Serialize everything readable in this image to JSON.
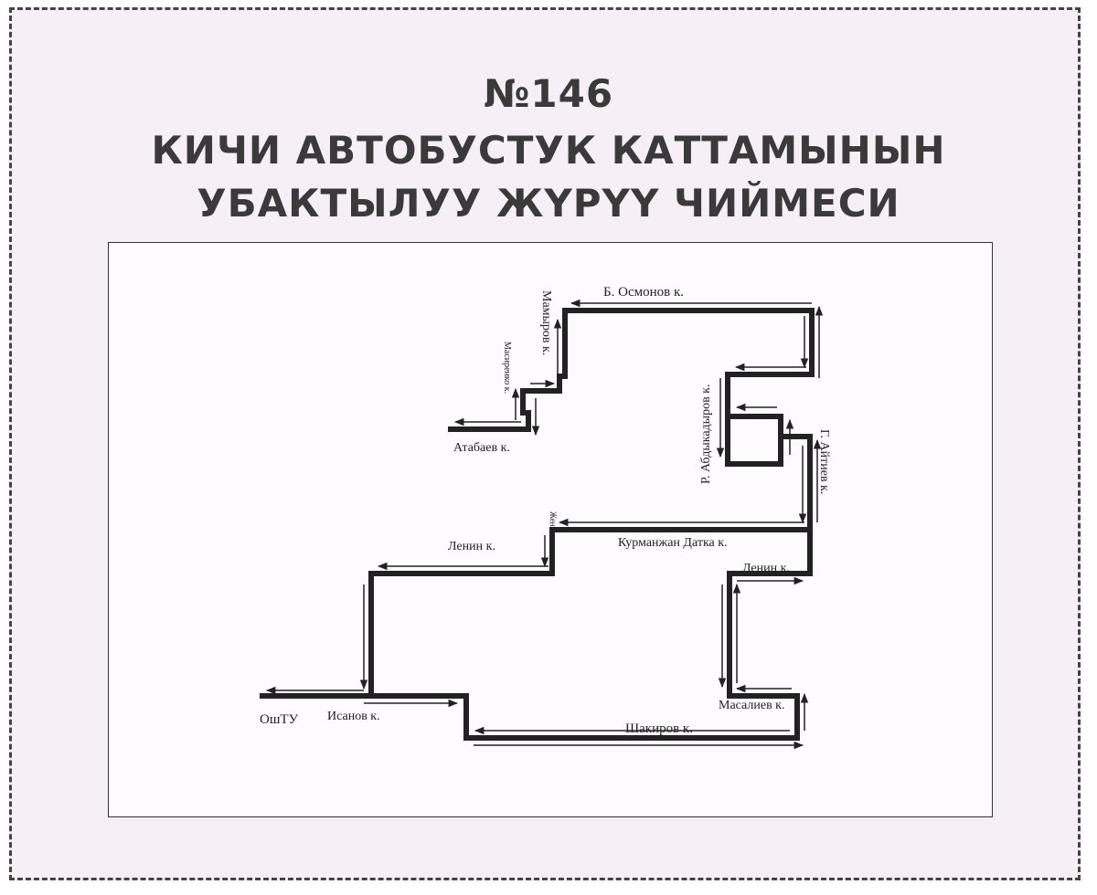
{
  "header": {
    "route_number": "№146",
    "line1": "КИЧИ АВТОБУСТУК КАТТАМЫНЫН",
    "line2": "УБАКТЫЛУУ ЖҮРҮҮ ЧИЙМЕСИ"
  },
  "streets": {
    "osmonov": "Б. Осмонов к.",
    "mamyrov": "Мамыров к.",
    "masirenko": "Масиренко к.",
    "atabaev": "Атабаев к.",
    "abdykadyrov": "Р. Абдыкадыров к.",
    "aitiev": "Г. Айтиев к.",
    "lenin_left": "Ленин к.",
    "zhenish": "Жениш к.",
    "kurmanzhan": "Курманжан Датка к.",
    "lenin_right": "Ленин к.",
    "isanov": "Исанов к.",
    "oshtu": "ОшТУ",
    "masaliev": "Масалиев к.",
    "shakirov": "Шакиров к."
  },
  "colors": {
    "route": "#222222",
    "background": "#f6eff5",
    "title": "#3a3a3a"
  }
}
